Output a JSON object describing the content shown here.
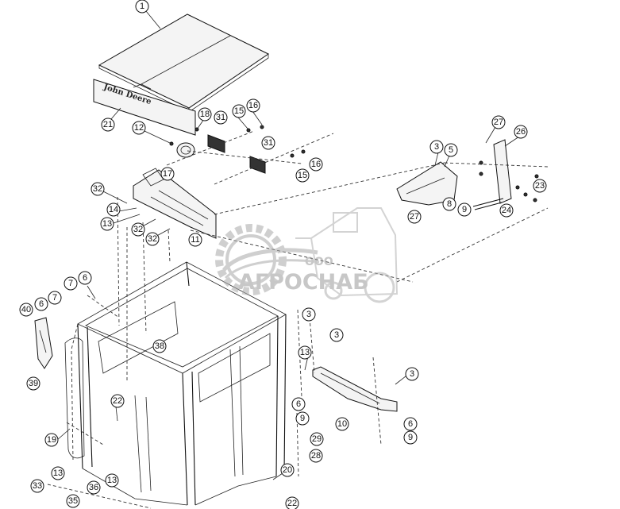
{
  "diagram": {
    "brand_decal_text": "John Deere",
    "watermark": {
      "company_prefix": "ООО",
      "company_name": "АГРОСНАБ"
    },
    "callouts": [
      "1",
      "21",
      "12",
      "18",
      "31",
      "15",
      "16",
      "17",
      "31",
      "15",
      "16",
      "3",
      "5",
      "27",
      "26",
      "23",
      "24",
      "8",
      "9",
      "27",
      "32",
      "14",
      "13",
      "32",
      "32",
      "11",
      "7",
      "6",
      "7",
      "6",
      "40",
      "39",
      "38",
      "3",
      "3",
      "13",
      "6",
      "9",
      "3",
      "10",
      "6",
      "9",
      "22",
      "19",
      "29",
      "28",
      "20",
      "33",
      "13",
      "35",
      "36",
      "13",
      "22"
    ]
  }
}
